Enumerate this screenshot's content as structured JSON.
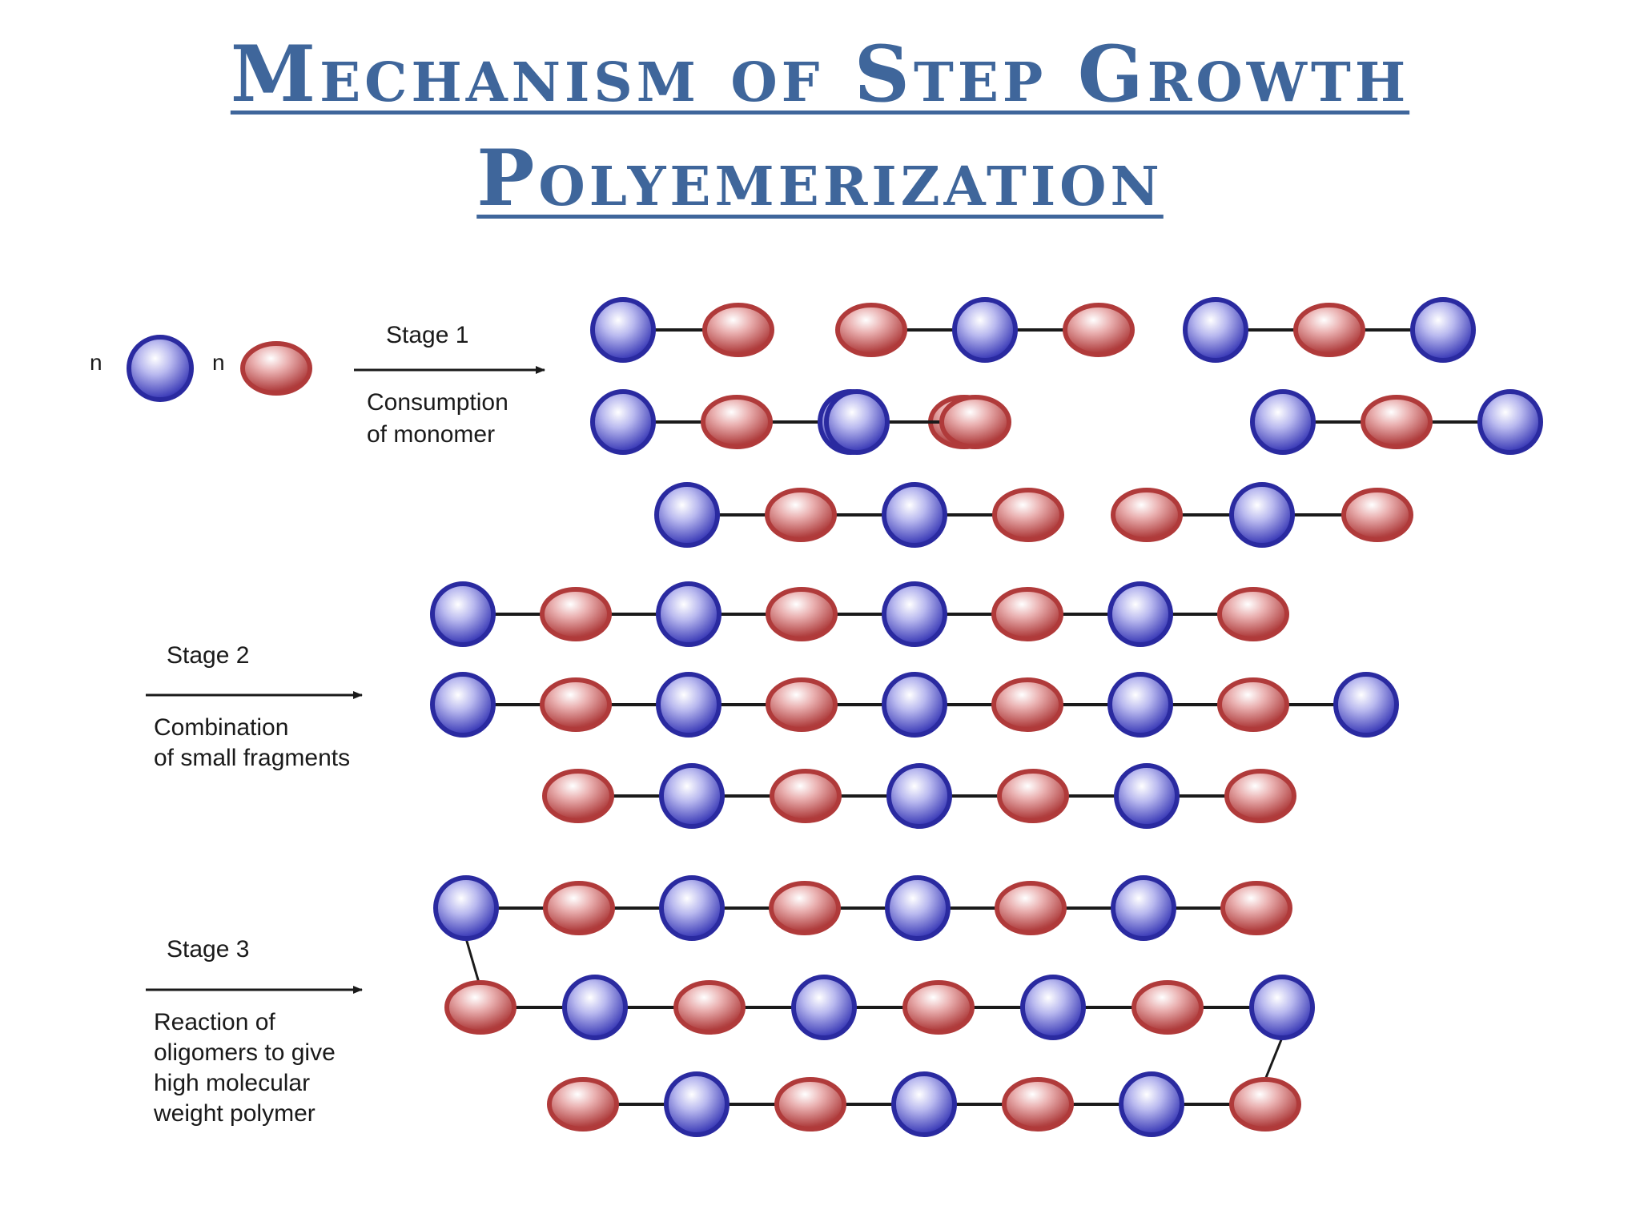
{
  "title": {
    "line1": "Mechanism of Step Growth",
    "line2": "Polyemerization"
  },
  "colors": {
    "title": "#3f669b",
    "monomer_a": "#2a2aa0",
    "monomer_b": "#b03a3a",
    "bond": "#1a1a1a"
  },
  "monomers": {
    "a_label": "n",
    "b_label": "n"
  },
  "stages": [
    {
      "name": "Stage 1",
      "desc": [
        "Consumption",
        "of monomer"
      ]
    },
    {
      "name": "Stage 2",
      "desc": [
        "Combination",
        "of small fragments"
      ]
    },
    {
      "name": "Stage 3",
      "desc": [
        "Reaction of",
        "oligomers to give",
        "high molecular",
        "weight polymer"
      ]
    }
  ],
  "chains": {
    "stage1": [
      "AB",
      "BAB",
      "ABA",
      "ABAB",
      "AB",
      "ABA",
      "ABAB",
      "BAB"
    ],
    "stage2": [
      "ABABABAB",
      "ABABABABA",
      "BABABAB"
    ],
    "stage3": [
      "ABABABAB",
      "BABABABA",
      "BABABAB"
    ]
  }
}
